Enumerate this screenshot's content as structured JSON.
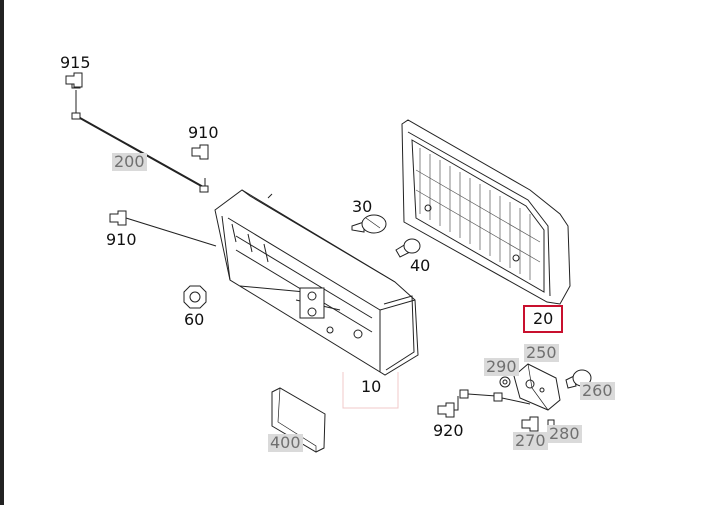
{
  "diagram": {
    "selected_part": "20",
    "labels": {
      "p915": "915",
      "p910a": "910",
      "p200": "200",
      "p910b": "910",
      "p30": "30",
      "p40": "40",
      "p60": "60",
      "p10": "10",
      "p20": "20",
      "p250": "250",
      "p290": "290",
      "p260": "260",
      "p920": "920",
      "p270": "270",
      "p280": "280",
      "p400": "400"
    },
    "colors": {
      "highlight_border": "#c8102e",
      "inactive_label_bg": "#dadada",
      "inactive_label_text": "#707070"
    }
  }
}
